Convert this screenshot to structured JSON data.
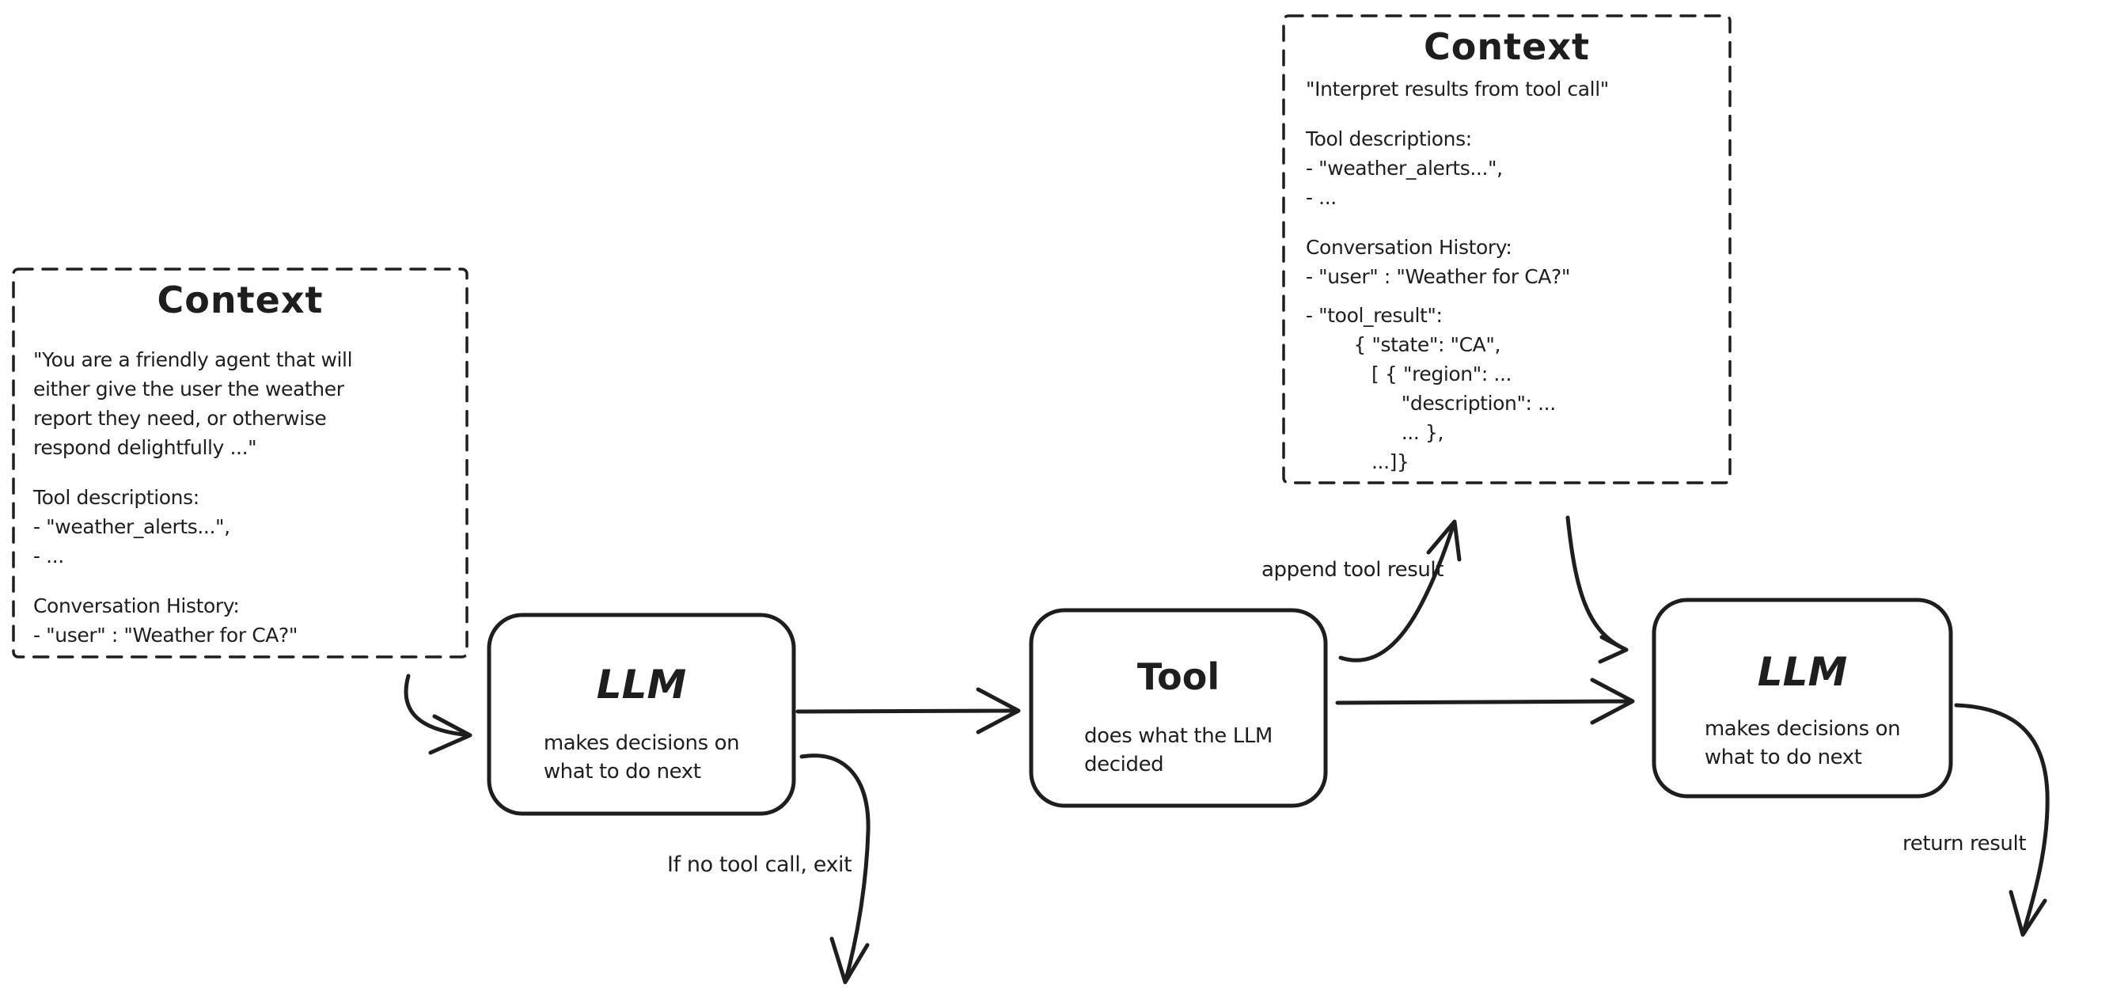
{
  "colors": {
    "ink": "#1e1e1e",
    "background": "#ffffff"
  },
  "context_left": {
    "title": "Context",
    "lines": [
      "\"You are a friendly agent that will",
      "either give the user the weather",
      "report they need, or otherwise",
      "respond delightfully ...\"",
      "Tool descriptions:",
      "- \"weather_alerts...\",",
      "- ...",
      "Conversation History:",
      "- \"user\" : \"Weather for CA?\""
    ]
  },
  "context_top": {
    "title": "Context",
    "lines": [
      "\"Interpret results from tool call\"",
      "Tool descriptions:",
      "- \"weather_alerts...\",",
      "- ...",
      "Conversation History:",
      "- \"user\" : \"Weather for CA?\"",
      "- \"tool_result\":",
      "        { \"state\": \"CA\",",
      "           [ { \"region\": ...",
      "                \"description\": ...",
      "                ... },",
      "           ...]}"
    ]
  },
  "nodes": {
    "llm1": {
      "title": "LLM",
      "desc1": "makes decisions on",
      "desc2": "what to do next"
    },
    "tool": {
      "title": "Tool",
      "desc1": "does what the LLM",
      "desc2": "decided"
    },
    "llm2": {
      "title": "LLM",
      "desc1": "makes decisions on",
      "desc2": "what to do next"
    }
  },
  "labels": {
    "append_tool_result": "append tool result",
    "no_tool_call_exit": "If no tool call, exit",
    "return_result": "return result"
  }
}
